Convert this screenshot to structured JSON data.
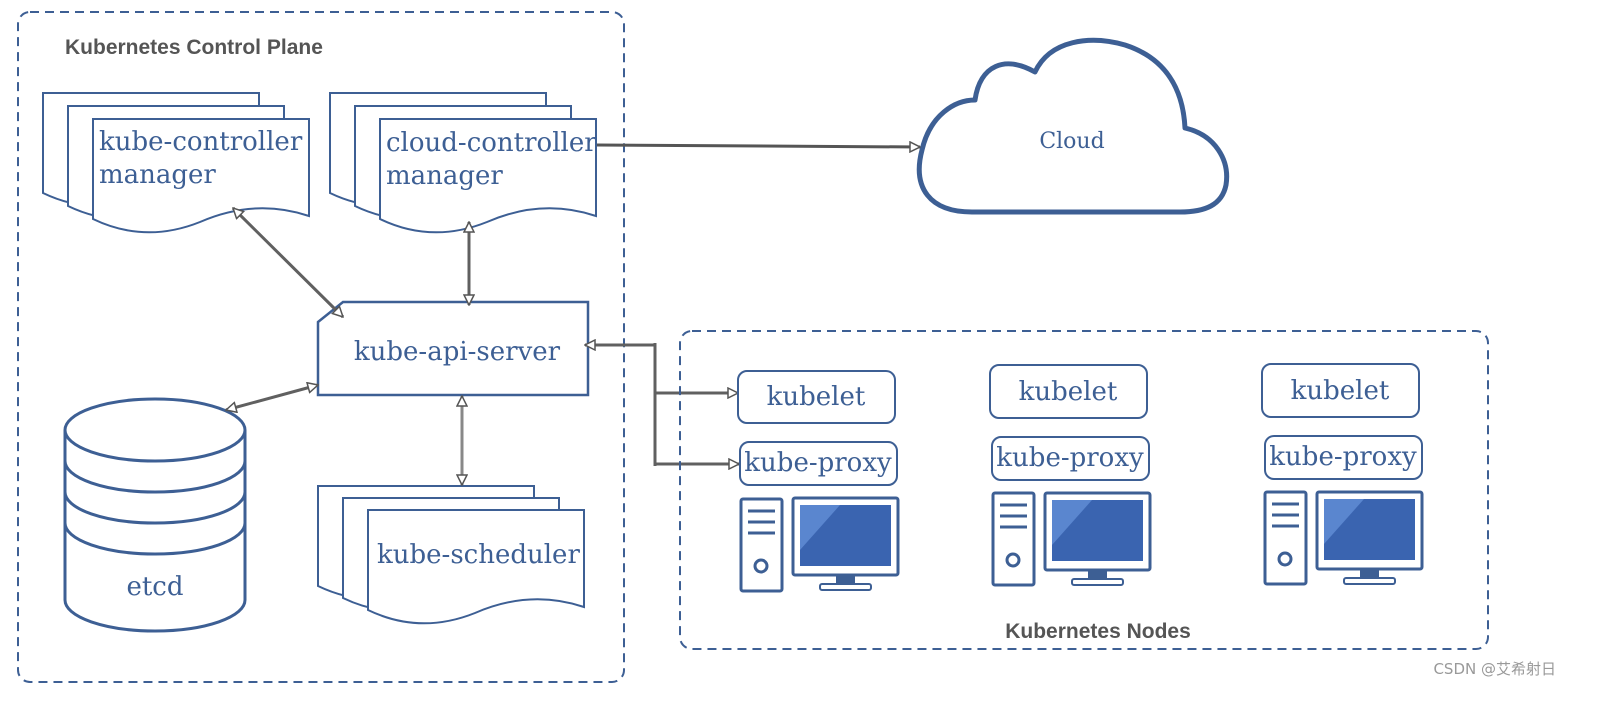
{
  "control_plane": {
    "title": "Kubernetes Control Plane",
    "kube_controller_manager": [
      "kube-controller",
      "manager"
    ],
    "cloud_controller_manager": [
      "cloud-controller",
      "manager"
    ],
    "api_server": "kube-api-server",
    "etcd": "etcd",
    "scheduler": "kube-scheduler"
  },
  "cloud": {
    "label": "Cloud"
  },
  "nodes": {
    "title": "Kubernetes Nodes",
    "items": [
      {
        "kubelet": "kubelet",
        "proxy": "kube-proxy"
      },
      {
        "kubelet": "kubelet",
        "proxy": "kube-proxy"
      },
      {
        "kubelet": "kubelet",
        "proxy": "kube-proxy"
      }
    ]
  },
  "watermark": "CSDN @艾希射日",
  "colors": {
    "accent": "#3d5f94",
    "arrow": "#606060",
    "screen": "#3a64b0"
  }
}
